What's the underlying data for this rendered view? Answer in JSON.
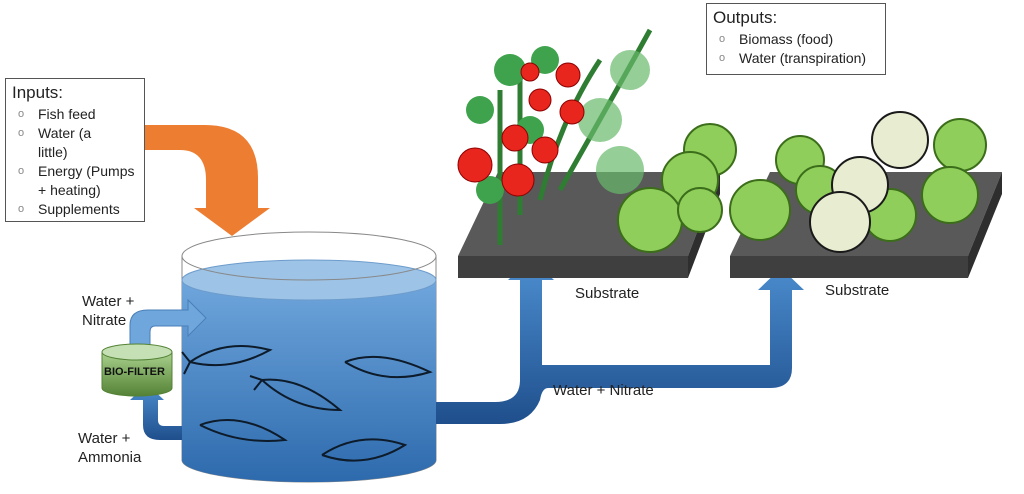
{
  "inputs": {
    "title": "Inputs:",
    "items": [
      "Fish feed",
      "Water (a little)",
      "Energy (Pumps + heating)",
      "Supplements"
    ]
  },
  "outputs": {
    "title": "Outputs:",
    "items": [
      "Biomass (food)",
      "Water (transpiration)"
    ]
  },
  "labels": {
    "water_nitrate_left": "Water + Nitrate",
    "water_ammonia": "Water + Ammonia",
    "bio_filter": "BIO-FILTER",
    "water_nitrate_bottom": "Water + Nitrate",
    "substrate_1": "Substrate",
    "substrate_2": "Substrate"
  },
  "colors": {
    "inputs_arrow": "#ed7d31",
    "water": "#3d7fc0",
    "biofilter": "#70a648",
    "substrate": "#555555"
  }
}
